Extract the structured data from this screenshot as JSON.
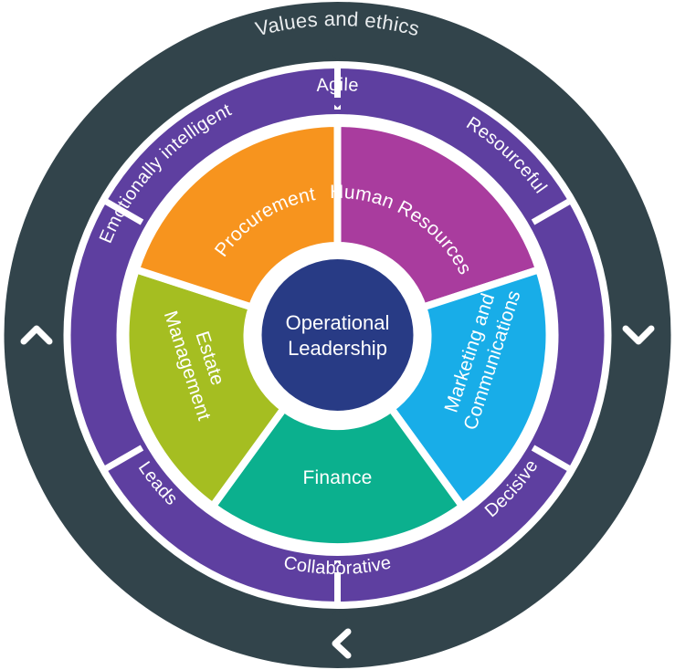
{
  "diagram": {
    "title": "Operational Leadership wheel",
    "hub": {
      "line1": "Operational",
      "line2": "Leadership",
      "color": "#283B85"
    },
    "outer_ring": {
      "color": "#32444B",
      "label": "Values and ethics"
    },
    "behaviour_ring": {
      "color": "#5E3FA0",
      "labels": [
        {
          "name": "Agile",
          "position": "top"
        },
        {
          "name": "Resourceful",
          "position": "upper-right"
        },
        {
          "name": "Leads",
          "position": "lower-right"
        },
        {
          "name": "Collaborative",
          "position": "bottom"
        },
        {
          "name": "Decisive",
          "position": "lower-left"
        },
        {
          "name": "Emotionally intelligent",
          "position": "upper-left"
        }
      ]
    },
    "segments": [
      {
        "name": "Human Resources",
        "color": "#A93C9E",
        "position": "upper-right",
        "text_layout": "curved"
      },
      {
        "name": "Marketing and Communications",
        "color": "#18ADE8",
        "position": "right",
        "text_layout": "radial-two-line",
        "line1": "Marketing and",
        "line2": "Communications"
      },
      {
        "name": "Finance",
        "color": "#0BB08E",
        "position": "bottom",
        "text_layout": "horizontal"
      },
      {
        "name": "Estate Management",
        "color": "#A5BE21",
        "position": "left",
        "text_layout": "radial-two-line",
        "line1": "Estate",
        "line2": "Management"
      },
      {
        "name": "Procurement",
        "color": "#F7941E",
        "position": "upper-left",
        "text_layout": "curved"
      }
    ],
    "navigation": [
      {
        "name": "chevron-up",
        "glyph": "^",
        "position": "left"
      },
      {
        "name": "chevron-down",
        "glyph": "v",
        "position": "right"
      },
      {
        "name": "chevron-left",
        "glyph": "<",
        "position": "bottom"
      }
    ]
  }
}
